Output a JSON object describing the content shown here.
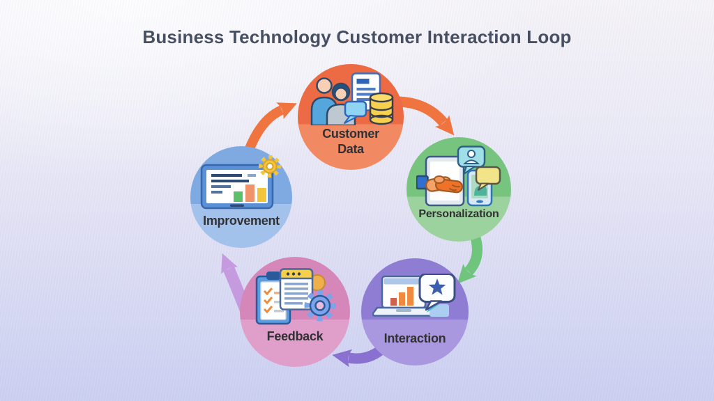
{
  "title": "Business Technology Customer Interaction Loop",
  "colors": {
    "background_top": "#f6f4f7",
    "background_mid": "#e8e7f5",
    "background_bottom": "#cbcff0",
    "title_text": "#475063",
    "label_text": "#313134"
  },
  "diagram": {
    "type": "cycle",
    "nodes": [
      {
        "id": "customer-data",
        "label": "Customer Data",
        "icon": "people-document-database-icon",
        "color_top": "#ed6b44",
        "color_bottom": "#f18a63"
      },
      {
        "id": "personalization",
        "label": "Personalization",
        "icon": "handshake-tablet-chat-icon",
        "color_top": "#77c47e",
        "color_bottom": "#9bd29d"
      },
      {
        "id": "interaction",
        "label": "Interaction",
        "icon": "laptop-chart-star-bubble-icon",
        "color_top": "#8f7cd3",
        "color_bottom": "#a997e0"
      },
      {
        "id": "feedback",
        "label": "Feedback",
        "icon": "clipboard-checklist-gear-icon",
        "color_top": "#d687b9",
        "color_bottom": "#df9fca"
      },
      {
        "id": "improvement",
        "label": "Improvement",
        "icon": "dashboard-chart-gear-icon",
        "color_top": "#7fa9e1",
        "color_bottom": "#a2c2ec"
      }
    ],
    "arrows": [
      {
        "from": "customer-data",
        "to": "personalization",
        "color": "#ef7440"
      },
      {
        "from": "personalization",
        "to": "interaction",
        "color": "#6ec57b"
      },
      {
        "from": "interaction",
        "to": "feedback",
        "color": "#8a70d1"
      },
      {
        "from": "feedback",
        "to": "improvement",
        "color": "#c69ade"
      },
      {
        "from": "improvement",
        "to": "customer-data",
        "color": "#ef7440"
      }
    ]
  }
}
